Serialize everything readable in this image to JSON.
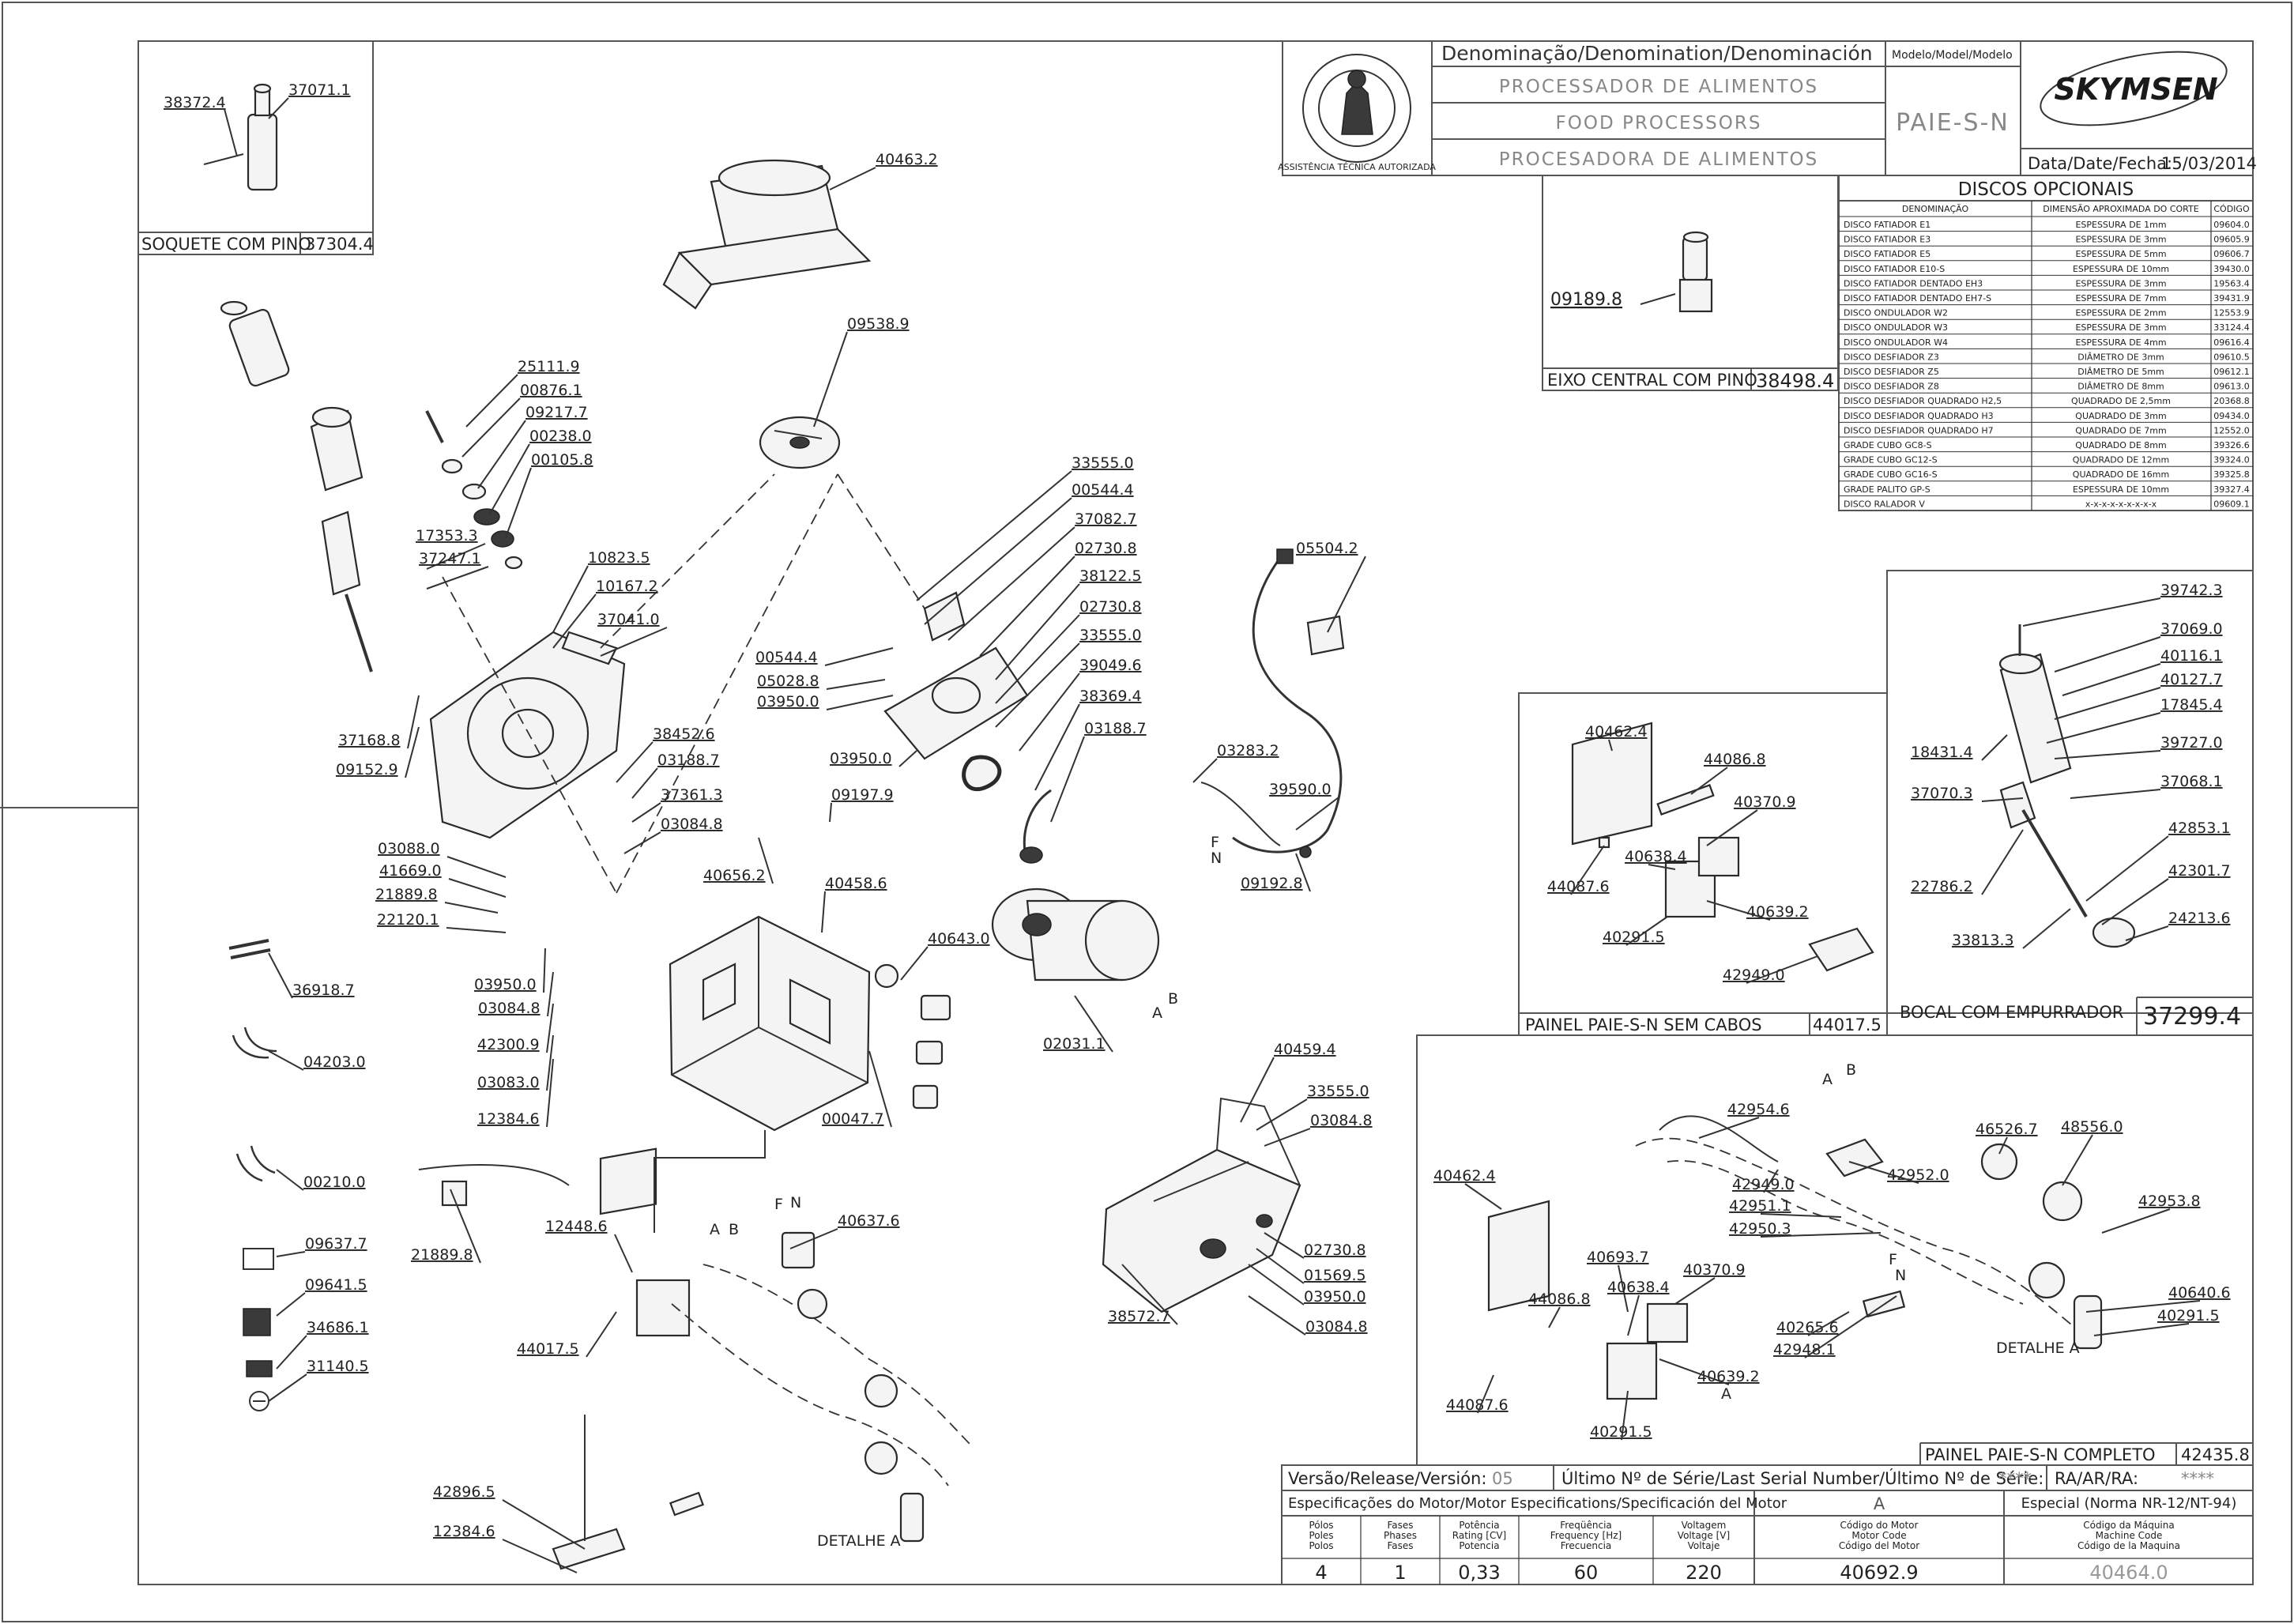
{
  "header": {
    "denomination_title": "Denominação/Denomination/Denominación",
    "names": [
      "PROCESSADOR DE ALIMENTOS",
      "FOOD PROCESSORS",
      "PROCESADORA DE ALIMENTOS"
    ],
    "model_label": "Modelo/Model/Modelo",
    "model": "PAIE-S-N",
    "brand": "SKYMSEN",
    "date_label": "Data/Date/Fecha:",
    "date": "15/03/2014",
    "seal_text": "ASSISTÊNCIA TÉCNICA AUTORIZADA"
  },
  "discs": {
    "title": "DISCOS OPCIONAIS",
    "columns": [
      "DENOMINAÇÃO",
      "DIMENSÃO APROXIMADA DO CORTE",
      "CÓDIGO"
    ],
    "rows": [
      [
        "DISCO FATIADOR E1",
        "ESPESSURA DE 1mm",
        "09604.0"
      ],
      [
        "DISCO FATIADOR E3",
        "ESPESSURA DE 3mm",
        "09605.9"
      ],
      [
        "DISCO FATIADOR E5",
        "ESPESSURA DE 5mm",
        "09606.7"
      ],
      [
        "DISCO FATIADOR E10-S",
        "ESPESSURA DE 10mm",
        "39430.0"
      ],
      [
        "DISCO FATIADOR DENTADO EH3",
        "ESPESSURA DE 3mm",
        "19563.4"
      ],
      [
        "DISCO FATIADOR DENTADO EH7-S",
        "ESPESSURA DE 7mm",
        "39431.9"
      ],
      [
        "DISCO ONDULADOR W2",
        "ESPESSURA DE 2mm",
        "12553.9"
      ],
      [
        "DISCO ONDULADOR W3",
        "ESPESSURA DE 3mm",
        "33124.4"
      ],
      [
        "DISCO ONDULADOR W4",
        "ESPESSURA DE 4mm",
        "09616.4"
      ],
      [
        "DISCO DESFIADOR Z3",
        "DIÂMETRO DE 3mm",
        "09610.5"
      ],
      [
        "DISCO DESFIADOR Z5",
        "DIÂMETRO DE 5mm",
        "09612.1"
      ],
      [
        "DISCO DESFIADOR Z8",
        "DIÂMETRO DE 8mm",
        "09613.0"
      ],
      [
        "DISCO DESFIADOR QUADRADO H2,5",
        "QUADRADO DE 2,5mm",
        "20368.8"
      ],
      [
        "DISCO DESFIADOR QUADRADO H3",
        "QUADRADO DE 3mm",
        "09434.0"
      ],
      [
        "DISCO DESFIADOR QUADRADO H7",
        "QUADRADO DE 7mm",
        "12552.0"
      ],
      [
        "GRADE CUBO GC8-S",
        "QUADRADO DE 8mm",
        "39326.6"
      ],
      [
        "GRADE CUBO GC12-S",
        "QUADRADO DE 12mm",
        "39324.0"
      ],
      [
        "GRADE CUBO GC16-S",
        "QUADRADO DE 16mm",
        "39325.8"
      ],
      [
        "GRADE PALITO GP-S",
        "ESPESSURA DE 10mm",
        "39327.4"
      ],
      [
        "DISCO RALADOR V",
        "x-x-x-x-x-x-x-x-x",
        "09609.1"
      ]
    ]
  },
  "boxes": {
    "soquete": {
      "caption": "SOQUETE COM PINO",
      "code": "37304.4",
      "parts": [
        "38372.4",
        "37071.1"
      ]
    },
    "eixo": {
      "caption": "EIXO CENTRAL COM PINO",
      "code": "38498.4",
      "parts": [
        "09189.8"
      ]
    },
    "painel_sem_cabos": {
      "caption": "PAINEL PAIE-S-N SEM CABOS",
      "code": "44017.5",
      "parts": [
        "40462.4",
        "44086.8",
        "40370.9",
        "40638.4",
        "44087.6",
        "40639.2",
        "40291.5",
        "42949.0"
      ]
    },
    "bocal": {
      "caption": "BOCAL COM EMPURRADOR",
      "code": "37299.4",
      "parts": [
        "39742.3",
        "37069.0",
        "40116.1",
        "40127.7",
        "17845.4",
        "18431.4",
        "39727.0",
        "37070.3",
        "37068.1",
        "42853.1",
        "22786.2",
        "42301.7",
        "33813.3",
        "24213.6"
      ]
    },
    "painel_completo": {
      "caption": "PAINEL PAIE-S-N COMPLETO",
      "code": "42435.8",
      "parts": [
        "42954.6",
        "46526.7",
        "48556.0",
        "42949.0",
        "42952.0",
        "42951.1",
        "42950.3",
        "42953.8",
        "40462.4",
        "40693.7",
        "40638.4",
        "40370.9",
        "44086.8",
        "40265.6",
        "40640.6",
        "42948.1",
        "40291.5",
        "40639.2",
        "44087.6",
        "40291.5"
      ],
      "detail": "DETALHE A",
      "markers": [
        "A",
        "B",
        "F",
        "N"
      ]
    }
  },
  "main_labels": [
    "40463.2",
    "09538.9",
    "25111.9",
    "00876.1",
    "09217.7",
    "00238.0",
    "00105.8",
    "17353.3",
    "37247.1",
    "10823.5",
    "10167.2",
    "37041.0",
    "37168.8",
    "09152.9",
    "38452.6",
    "03188.7",
    "37361.3",
    "03084.8",
    "03088.0",
    "41669.0",
    "21889.8",
    "22120.1",
    "03950.0",
    "03084.8",
    "42300.9",
    "03083.0",
    "12384.6",
    "33555.0",
    "00544.4",
    "37082.7",
    "02730.8",
    "38122.5",
    "02730.8",
    "33555.0",
    "39049.6",
    "38369.4",
    "03188.7",
    "00544.4",
    "05028.8",
    "03950.0",
    "03950.0",
    "09197.9",
    "40656.2",
    "40458.6",
    "40643.0",
    "00047.7",
    "02031.1",
    "05504.2",
    "03283.2",
    "39590.0",
    "09192.8",
    "36918.7",
    "04203.0",
    "00210.0",
    "09637.7",
    "09641.5",
    "34686.1",
    "31140.5",
    "21889.8",
    "12448.6",
    "40637.6",
    "44017.5",
    "42896.5",
    "12384.6",
    "40459.4",
    "33555.0",
    "03084.8",
    "02730.8",
    "01569.5",
    "03950.0",
    "03084.8",
    "38572.7"
  ],
  "main_markers": [
    "A",
    "B",
    "F",
    "N",
    "DETALHE A"
  ],
  "footer": {
    "release_label": "Versão/Release/Versión:",
    "release": "05",
    "serial_label": "Último Nº de Série/Last Serial Number/Último Nº de Série:",
    "serial": "****",
    "ra_label": "RA/AR/RA:",
    "ra": "****",
    "motor_spec_label": "Especificações do Motor/Motor Especifications/Specificación del Motor",
    "motor_letter": "A",
    "special_label": "Especial (Norma NR-12/NT-94)",
    "col_heads": [
      [
        "Pólos",
        "Poles",
        "Polos"
      ],
      [
        "Fases",
        "Phases",
        "Fases"
      ],
      [
        "Potência",
        "Rating [CV]",
        "Potencia"
      ],
      [
        "Freqüência",
        "Frequency [Hz]",
        "Frecuencia"
      ],
      [
        "Voltagem",
        "Voltage [V]",
        "Voltaje"
      ],
      [
        "Código do Motor",
        "Motor Code",
        "Código del Motor"
      ],
      [
        "Código da Máquina",
        "Machine Code",
        "Código de la Maquina"
      ]
    ],
    "values": [
      "4",
      "1",
      "0,33",
      "60",
      "220",
      "40692.9",
      "40464.0"
    ]
  }
}
